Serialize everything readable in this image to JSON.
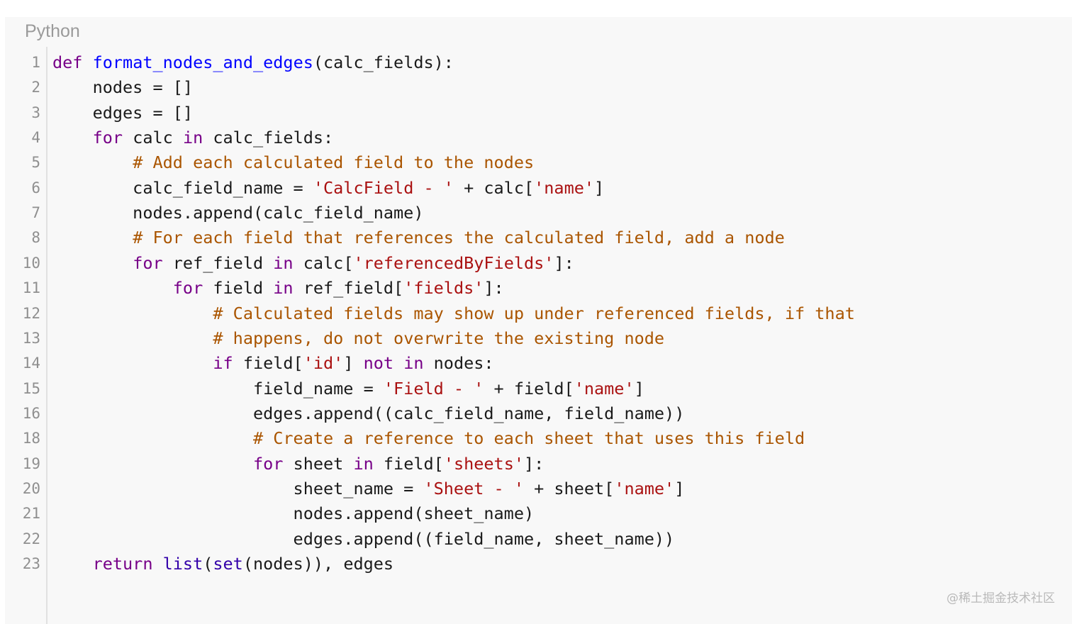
{
  "language_label": "Python",
  "watermark": "@稀土掘金技术社区",
  "colors": {
    "background": "#f8f8f8",
    "keyword": "#770088",
    "def": "#0000ff",
    "builtin": "#3300aa",
    "string": "#aa1111",
    "comment": "#aa5500",
    "line_number": "#8f8f8f"
  },
  "code_lines": [
    {
      "n": "1",
      "tokens": [
        {
          "t": "def",
          "k": "keyword"
        },
        {
          "t": " ",
          "k": "plain"
        },
        {
          "t": "format_nodes_and_edges",
          "k": "def"
        },
        {
          "t": "(calc_fields):",
          "k": "plain"
        }
      ]
    },
    {
      "n": "2",
      "tokens": [
        {
          "t": "    nodes = []",
          "k": "plain"
        }
      ]
    },
    {
      "n": "3",
      "tokens": [
        {
          "t": "    edges = []",
          "k": "plain"
        }
      ]
    },
    {
      "n": "4",
      "tokens": [
        {
          "t": "    ",
          "k": "plain"
        },
        {
          "t": "for",
          "k": "keyword"
        },
        {
          "t": " calc ",
          "k": "plain"
        },
        {
          "t": "in",
          "k": "keyword"
        },
        {
          "t": " calc_fields:",
          "k": "plain"
        }
      ]
    },
    {
      "n": "5",
      "tokens": [
        {
          "t": "        ",
          "k": "plain"
        },
        {
          "t": "# Add each calculated field to the nodes",
          "k": "comment"
        }
      ]
    },
    {
      "n": "6",
      "tokens": [
        {
          "t": "        calc_field_name = ",
          "k": "plain"
        },
        {
          "t": "'CalcField - '",
          "k": "string"
        },
        {
          "t": " + calc[",
          "k": "plain"
        },
        {
          "t": "'name'",
          "k": "string"
        },
        {
          "t": "]",
          "k": "plain"
        }
      ]
    },
    {
      "n": "7",
      "tokens": [
        {
          "t": "        nodes.append(calc_field_name)",
          "k": "plain"
        }
      ]
    },
    {
      "n": "8",
      "tokens": [
        {
          "t": "        ",
          "k": "plain"
        },
        {
          "t": "# For each field that references the calculated field, add a node",
          "k": "comment"
        }
      ]
    },
    {
      "n": "10",
      "tokens": [
        {
          "t": "        ",
          "k": "plain"
        },
        {
          "t": "for",
          "k": "keyword"
        },
        {
          "t": " ref_field ",
          "k": "plain"
        },
        {
          "t": "in",
          "k": "keyword"
        },
        {
          "t": " calc[",
          "k": "plain"
        },
        {
          "t": "'referencedByFields'",
          "k": "string"
        },
        {
          "t": "]:",
          "k": "plain"
        }
      ]
    },
    {
      "n": "11",
      "tokens": [
        {
          "t": "            ",
          "k": "plain"
        },
        {
          "t": "for",
          "k": "keyword"
        },
        {
          "t": " field ",
          "k": "plain"
        },
        {
          "t": "in",
          "k": "keyword"
        },
        {
          "t": " ref_field[",
          "k": "plain"
        },
        {
          "t": "'fields'",
          "k": "string"
        },
        {
          "t": "]:",
          "k": "plain"
        }
      ]
    },
    {
      "n": "12",
      "tokens": [
        {
          "t": "                ",
          "k": "plain"
        },
        {
          "t": "# Calculated fields may show up under referenced fields, if that",
          "k": "comment"
        }
      ]
    },
    {
      "n": "13",
      "tokens": [
        {
          "t": "                ",
          "k": "plain"
        },
        {
          "t": "# happens, do not overwrite the existing node",
          "k": "comment"
        }
      ]
    },
    {
      "n": "14",
      "tokens": [
        {
          "t": "                ",
          "k": "plain"
        },
        {
          "t": "if",
          "k": "keyword"
        },
        {
          "t": " field[",
          "k": "plain"
        },
        {
          "t": "'id'",
          "k": "string"
        },
        {
          "t": "] ",
          "k": "plain"
        },
        {
          "t": "not",
          "k": "keyword"
        },
        {
          "t": " ",
          "k": "plain"
        },
        {
          "t": "in",
          "k": "keyword"
        },
        {
          "t": " nodes:",
          "k": "plain"
        }
      ]
    },
    {
      "n": "15",
      "tokens": [
        {
          "t": "                    field_name = ",
          "k": "plain"
        },
        {
          "t": "'Field - '",
          "k": "string"
        },
        {
          "t": " + field[",
          "k": "plain"
        },
        {
          "t": "'name'",
          "k": "string"
        },
        {
          "t": "]",
          "k": "plain"
        }
      ]
    },
    {
      "n": "16",
      "tokens": [
        {
          "t": "                    edges.append((calc_field_name, field_name))",
          "k": "plain"
        }
      ]
    },
    {
      "n": "18",
      "tokens": [
        {
          "t": "                    ",
          "k": "plain"
        },
        {
          "t": "# Create a reference to each sheet that uses this field",
          "k": "comment"
        }
      ]
    },
    {
      "n": "19",
      "tokens": [
        {
          "t": "                    ",
          "k": "plain"
        },
        {
          "t": "for",
          "k": "keyword"
        },
        {
          "t": " sheet ",
          "k": "plain"
        },
        {
          "t": "in",
          "k": "keyword"
        },
        {
          "t": " field[",
          "k": "plain"
        },
        {
          "t": "'sheets'",
          "k": "string"
        },
        {
          "t": "]:",
          "k": "plain"
        }
      ]
    },
    {
      "n": "20",
      "tokens": [
        {
          "t": "                        sheet_name = ",
          "k": "plain"
        },
        {
          "t": "'Sheet - '",
          "k": "string"
        },
        {
          "t": " + sheet[",
          "k": "plain"
        },
        {
          "t": "'name'",
          "k": "string"
        },
        {
          "t": "]",
          "k": "plain"
        }
      ]
    },
    {
      "n": "21",
      "tokens": [
        {
          "t": "                        nodes.append(sheet_name)",
          "k": "plain"
        }
      ]
    },
    {
      "n": "22",
      "tokens": [
        {
          "t": "                        edges.append((field_name, sheet_name))",
          "k": "plain"
        }
      ]
    },
    {
      "n": "23",
      "tokens": [
        {
          "t": "    ",
          "k": "plain"
        },
        {
          "t": "return",
          "k": "keyword"
        },
        {
          "t": " ",
          "k": "plain"
        },
        {
          "t": "list",
          "k": "builtin"
        },
        {
          "t": "(",
          "k": "plain"
        },
        {
          "t": "set",
          "k": "builtin"
        },
        {
          "t": "(nodes)), edges",
          "k": "plain"
        }
      ]
    }
  ]
}
